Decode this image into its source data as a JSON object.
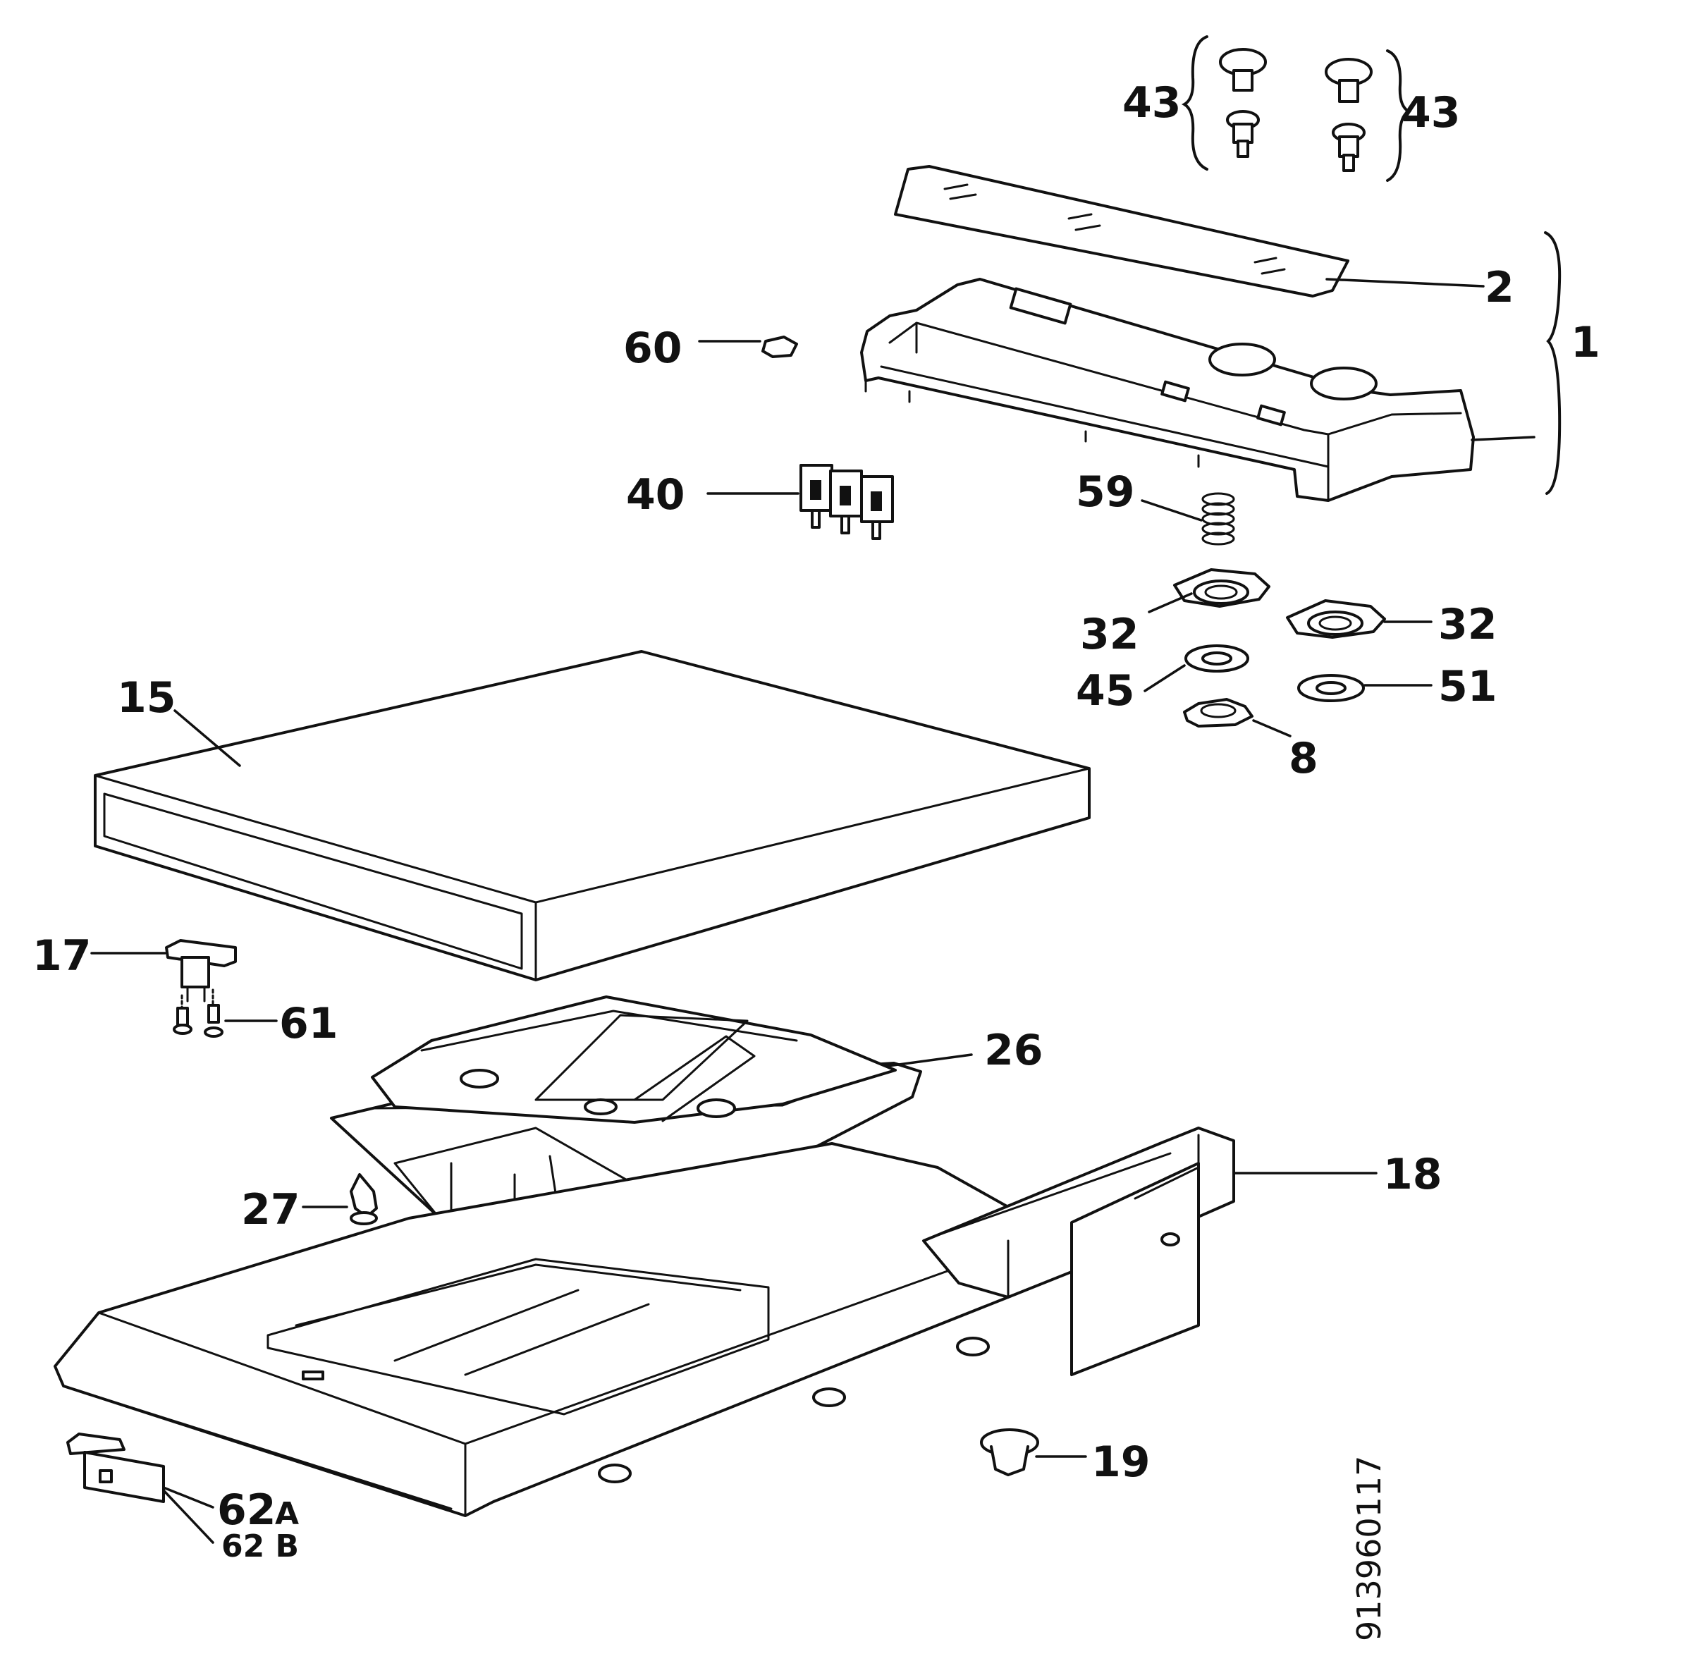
{
  "diagram": {
    "callouts": {
      "p43_left": "43",
      "p43_right": "43",
      "p2": "2",
      "p1": "1",
      "p60": "60",
      "p40": "40",
      "p59": "59",
      "p32_left": "32",
      "p32_right": "32",
      "p45": "45",
      "p51": "51",
      "p8": "8",
      "p15": "15",
      "p17": "17",
      "p61": "61",
      "p26": "26",
      "p18": "18",
      "p27": "27",
      "p19": "19",
      "p62a_num": "62",
      "p62a_suffix": "A",
      "p62b": "62 B"
    },
    "reference_code": "913960117"
  }
}
